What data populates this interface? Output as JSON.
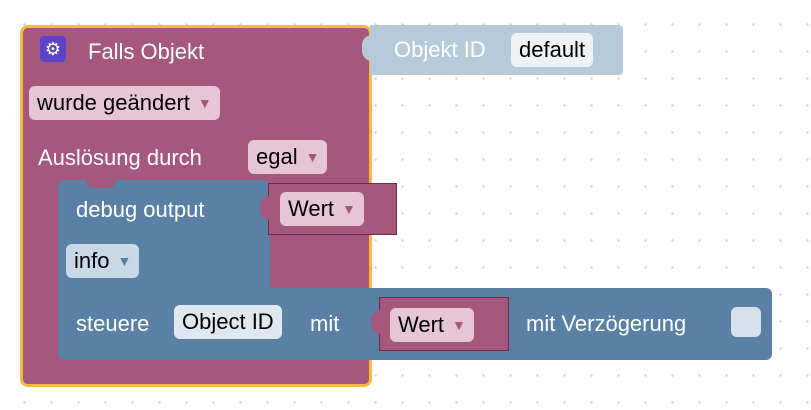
{
  "trigger_block": {
    "title": "Falls Objekt",
    "event_dropdown": "wurde geändert",
    "trigger_label": "Auslösung durch",
    "trigger_dropdown": "egal",
    "gear_icon": "gear-icon",
    "colors": {
      "block": "#a5577c",
      "outline": "#f5b93e"
    }
  },
  "object_id_block": {
    "label": "Objekt ID",
    "value": "default"
  },
  "debug_block": {
    "label": "debug output",
    "value_dropdown": "Wert",
    "level_dropdown": "info",
    "color": "#5a80a6"
  },
  "control_block": {
    "label_steuere": "steuere",
    "object_field": "Object ID",
    "label_mit": "mit",
    "value_dropdown": "Wert",
    "delay_label": "mit Verzögerung"
  },
  "dropdown_arrow": "▼"
}
